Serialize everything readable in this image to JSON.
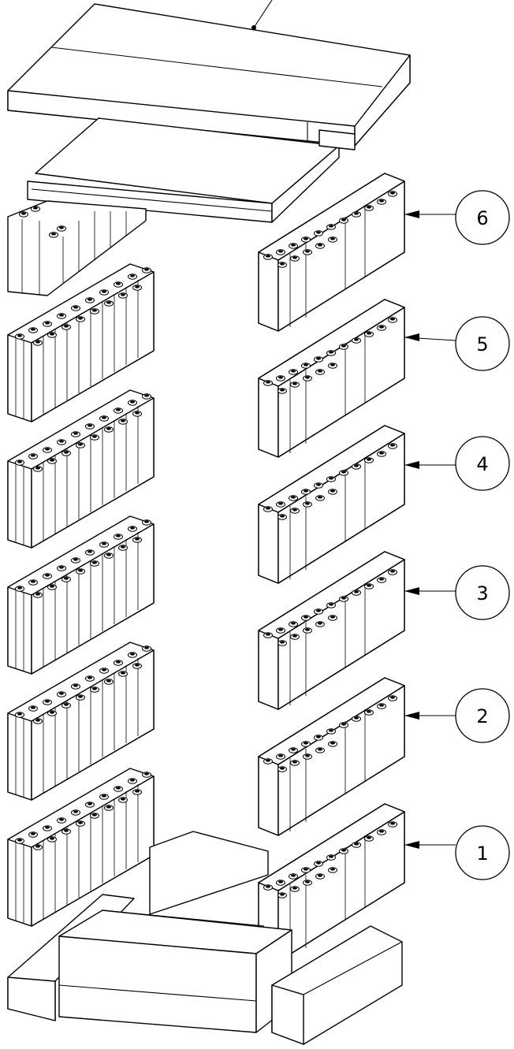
{
  "diagram": {
    "callouts": [
      {
        "label": "6"
      },
      {
        "label": "5"
      },
      {
        "label": "4"
      },
      {
        "label": "3"
      },
      {
        "label": "2"
      },
      {
        "label": "1"
      }
    ]
  }
}
